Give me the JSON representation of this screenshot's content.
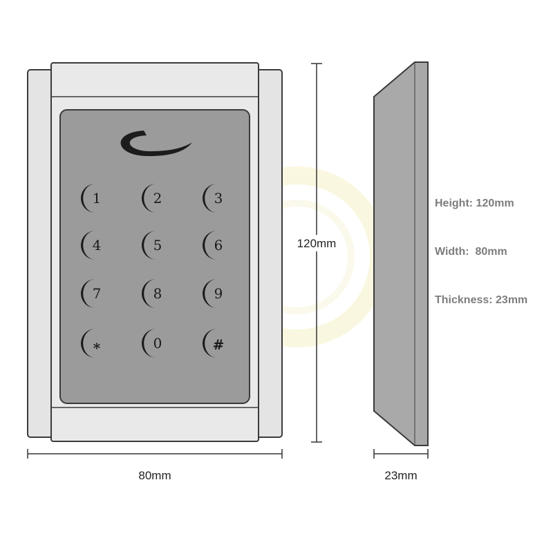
{
  "dimensions": {
    "height_label": "120mm",
    "width_label": "80mm",
    "thickness_label": "23mm"
  },
  "specs": {
    "height": "Height: 120mm",
    "width": "Width:  80mm",
    "thickness": "Thickness: 23mm"
  },
  "keypad": {
    "keys": [
      "1",
      "2",
      "3",
      "4",
      "5",
      "6",
      "7",
      "8",
      "9",
      "*",
      "0",
      "#"
    ]
  },
  "colors": {
    "frame": "#e6e6e6",
    "panel": "#9a9a9a",
    "side_profile": "#a7a7a7",
    "outline": "#3a3a3a",
    "spec_text": "#7d7d7d"
  }
}
